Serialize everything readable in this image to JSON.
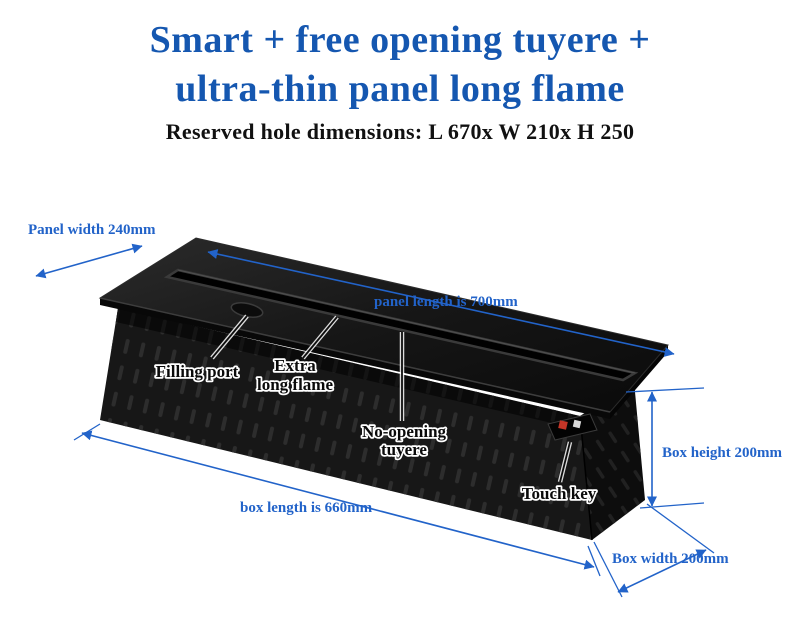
{
  "title": {
    "line1": "Smart + free opening tuyere +",
    "line2": "ultra-thin panel long flame"
  },
  "subtitle": "Reserved hole dimensions: L 670x W 210x H 250",
  "dimensions": {
    "panel_width": "Panel width 240mm",
    "panel_length": "panel length is 700mm",
    "box_length": "box length is 660mm",
    "box_height": "Box height 200mm",
    "box_width": "Box width 200mm"
  },
  "part_labels": {
    "filling_port": "Filling port",
    "extra_flame_line1": "Extra",
    "extra_flame_line2": "long flame",
    "no_opening_line1": "No-opening",
    "no_opening_line2": "tuyere",
    "touch_key": "Touch key"
  },
  "colors": {
    "title_blue": "#1557b0",
    "dimension_blue": "#2263c9",
    "label_black": "#0a0a0a",
    "box_black": "#141414",
    "indicator_red": "#c43527"
  }
}
